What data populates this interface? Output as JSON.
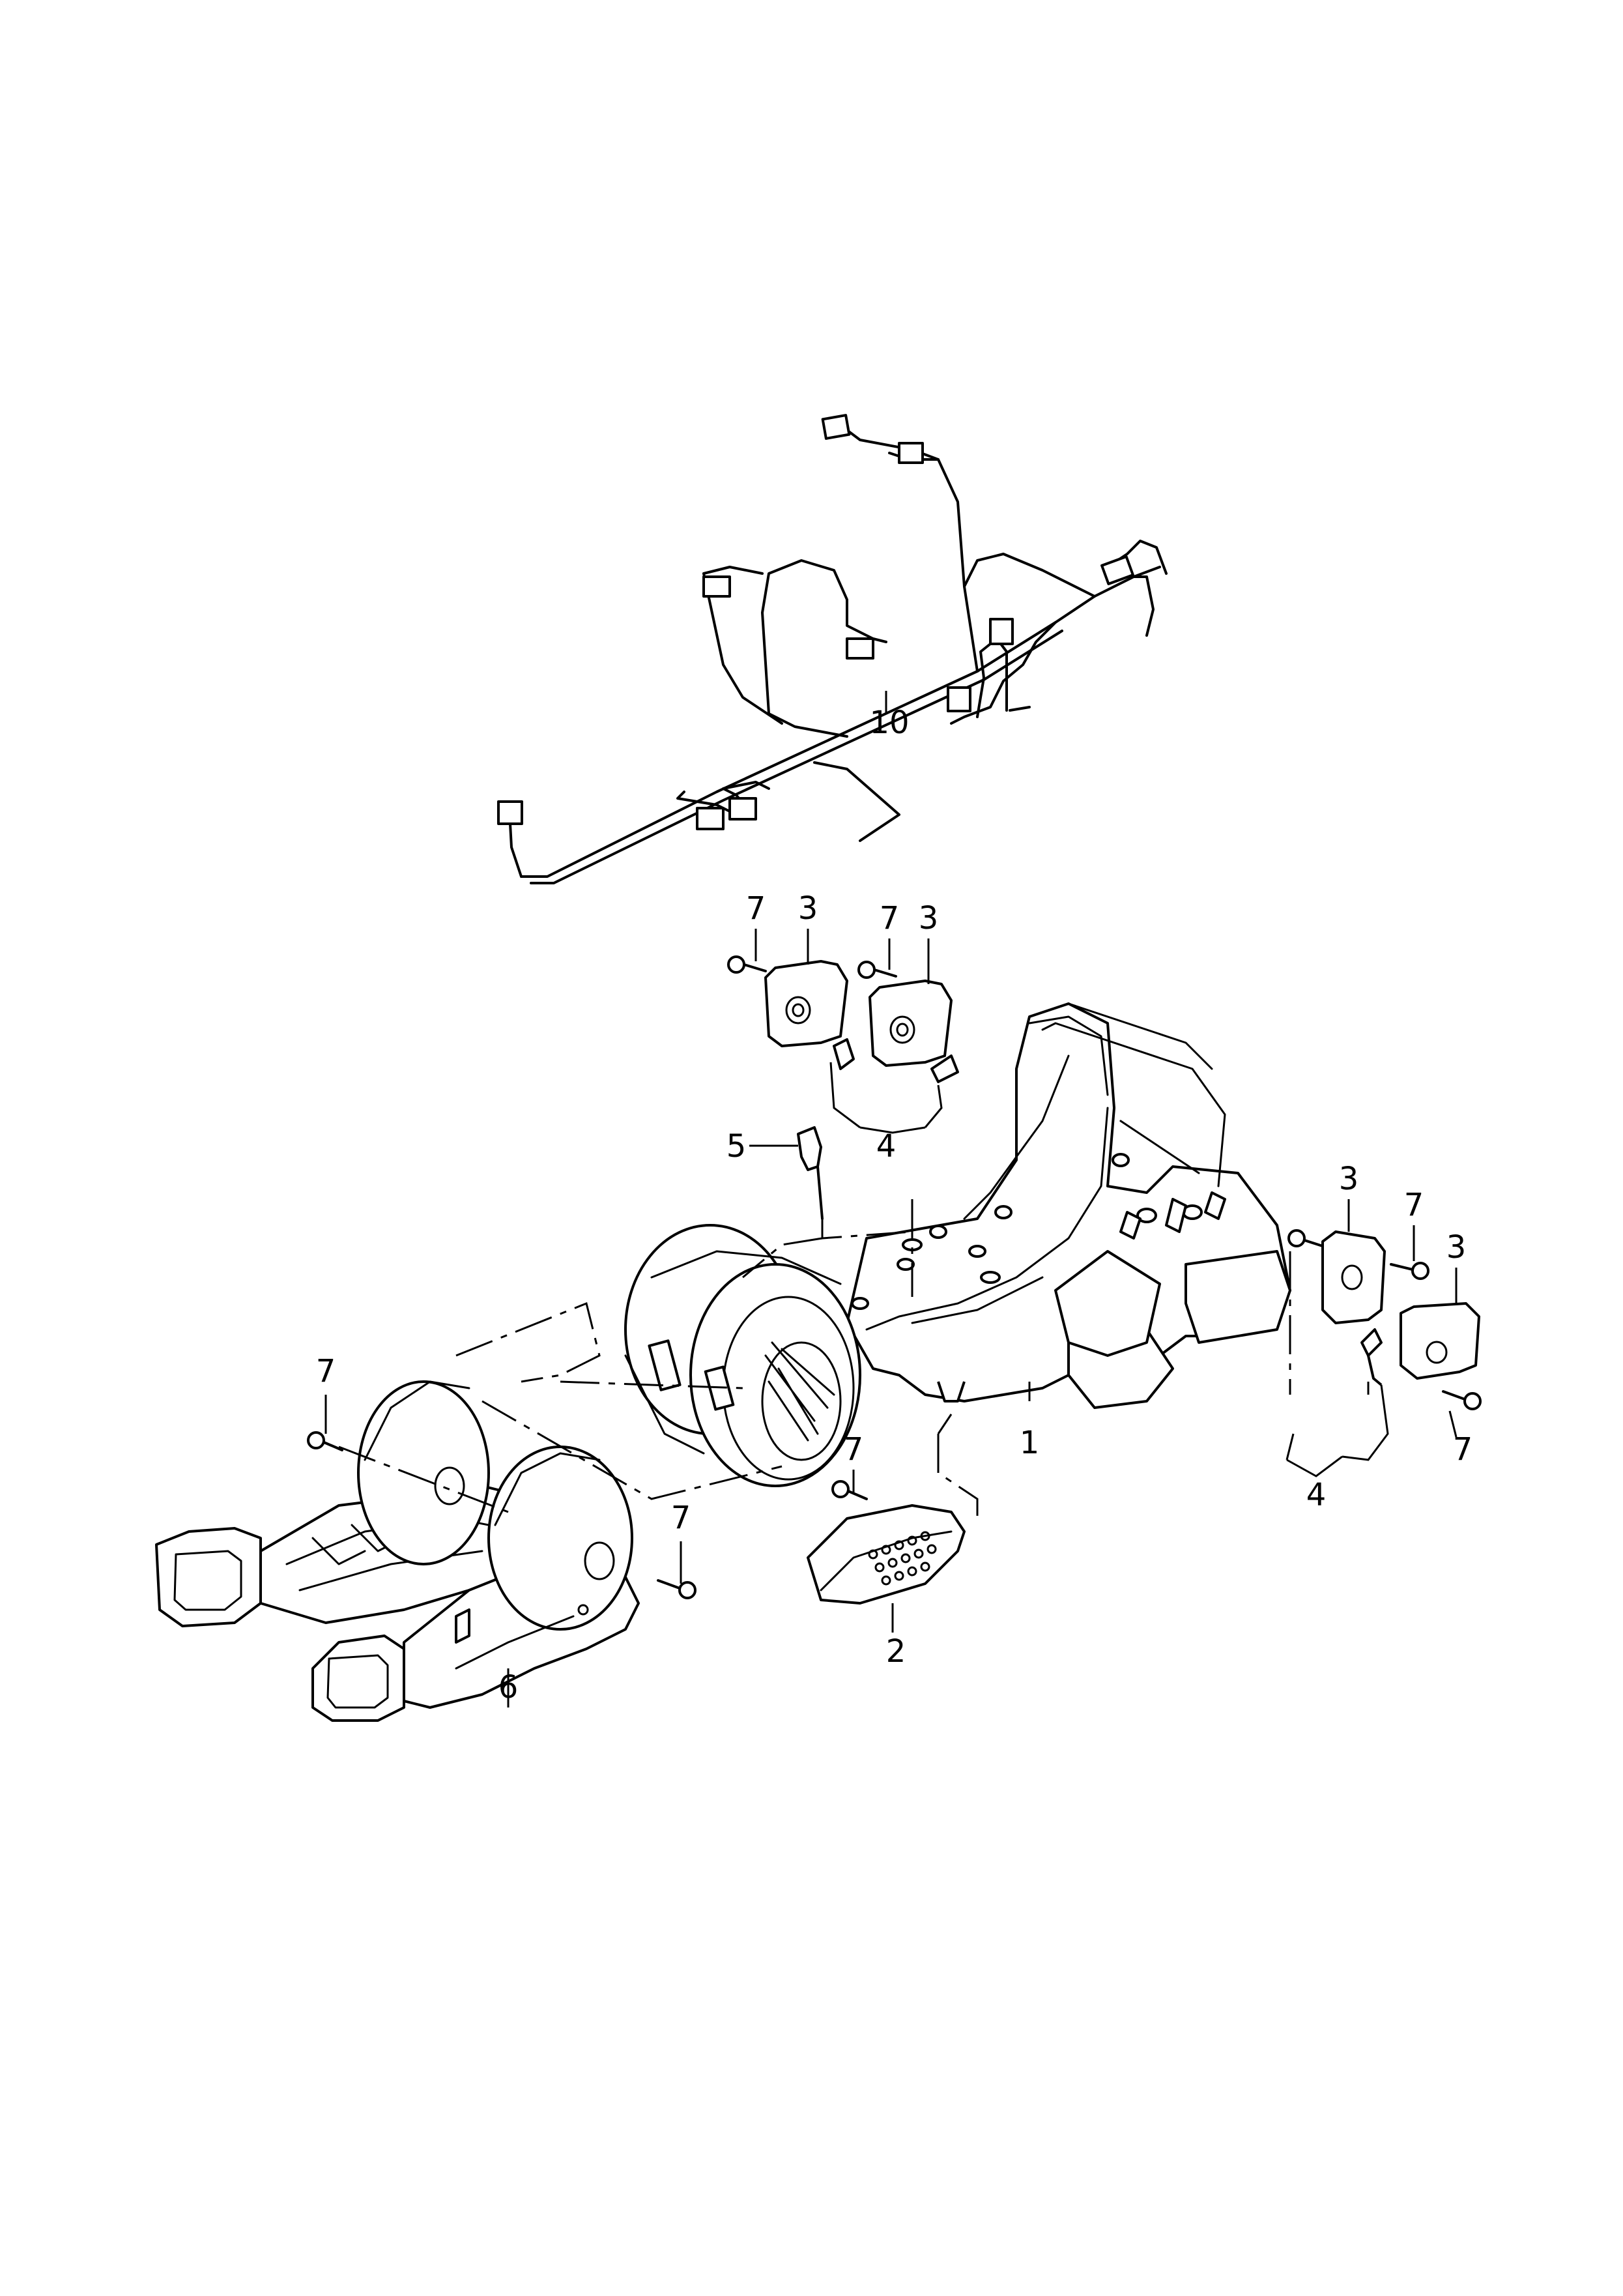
{
  "callouts": {
    "wiring_harness": "10",
    "housing": "1",
    "control_unit": "2",
    "servo_motor_top_left": "3",
    "servo_motor_top_right": "3",
    "servo_motor_right_upper": "3",
    "servo_motor_right_lower": "3",
    "link_set_top": "4",
    "link_set_right": "4",
    "sensor": "5",
    "air_duct": "6",
    "screw_top_left": "7",
    "screw_top_right": "7",
    "screw_right_upper": "7",
    "screw_right_lower": "7",
    "screw_left": "7",
    "screw_duct": "7",
    "screw_control_unit": "7"
  }
}
